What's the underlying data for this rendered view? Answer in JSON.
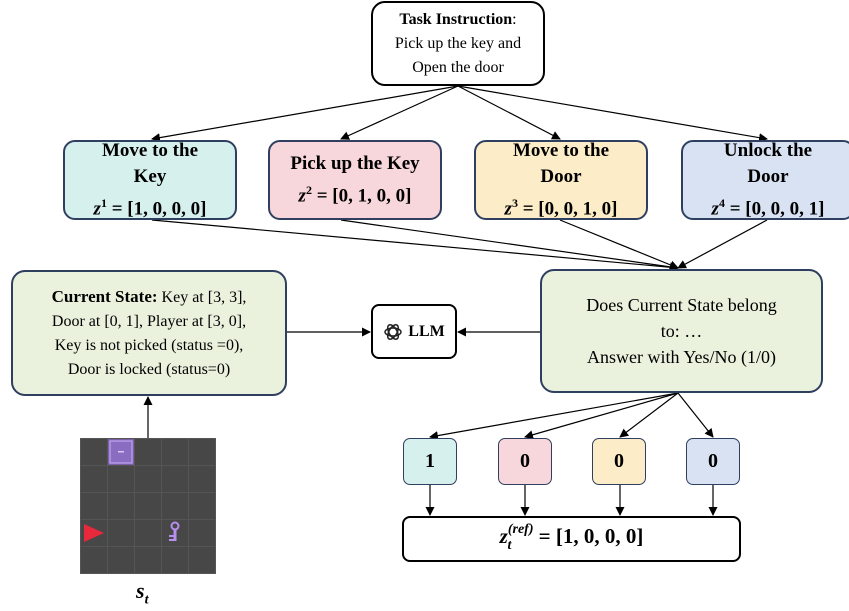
{
  "task": {
    "title": "Task Instruction",
    "title_suffix": ":",
    "line1": "Pick up the key and",
    "line2": "Open the door"
  },
  "subtasks": [
    {
      "label_l1": "Move to the",
      "label_l2": "Key",
      "z_sup": "1",
      "vec": "[1, 0, 0, 0]",
      "color": "#d6f0ee"
    },
    {
      "label_l1": "Pick up the Key",
      "label_l2": "",
      "z_sup": "2",
      "vec": "[0, 1, 0, 0]",
      "color": "#f8d7dc"
    },
    {
      "label_l1": "Move to the",
      "label_l2": "Door",
      "z_sup": "3",
      "vec": "[0, 0, 1, 0]",
      "color": "#fcecc7"
    },
    {
      "label_l1": "Unlock the",
      "label_l2": "Door",
      "z_sup": "4",
      "vec": "[0, 0, 0, 1]",
      "color": "#d9e2f3"
    }
  ],
  "state": {
    "heading": "Current State:",
    "line1_rest": " Key at [3, 3],",
    "line2": "Door at [0, 1], Player at [3, 0],",
    "line3": "Key is not picked (status =0),",
    "line4": "Door is locked (status=0)"
  },
  "llm": {
    "label": "LLM",
    "icon": "openai-logo-icon"
  },
  "question": {
    "line1": "Does Current State belong",
    "line2": "to: …",
    "line3": "Answer with Yes/No (1/0)"
  },
  "answers": [
    {
      "value": "1",
      "color": "#d6f0ee"
    },
    {
      "value": "0",
      "color": "#f8d7dc"
    },
    {
      "value": "0",
      "color": "#fcecc7"
    },
    {
      "value": "0",
      "color": "#d9e2f3"
    }
  ],
  "reference": {
    "z": "z",
    "sub": "t",
    "sup": "(ref)",
    "rhs": " = [1, 0, 0, 0]"
  },
  "grid_label": {
    "s": "s",
    "sub": "t"
  },
  "colors": {
    "grid": "#474747",
    "door": "#9b6dd6",
    "key": "#9b6dd6",
    "agent": "#e8283c"
  }
}
